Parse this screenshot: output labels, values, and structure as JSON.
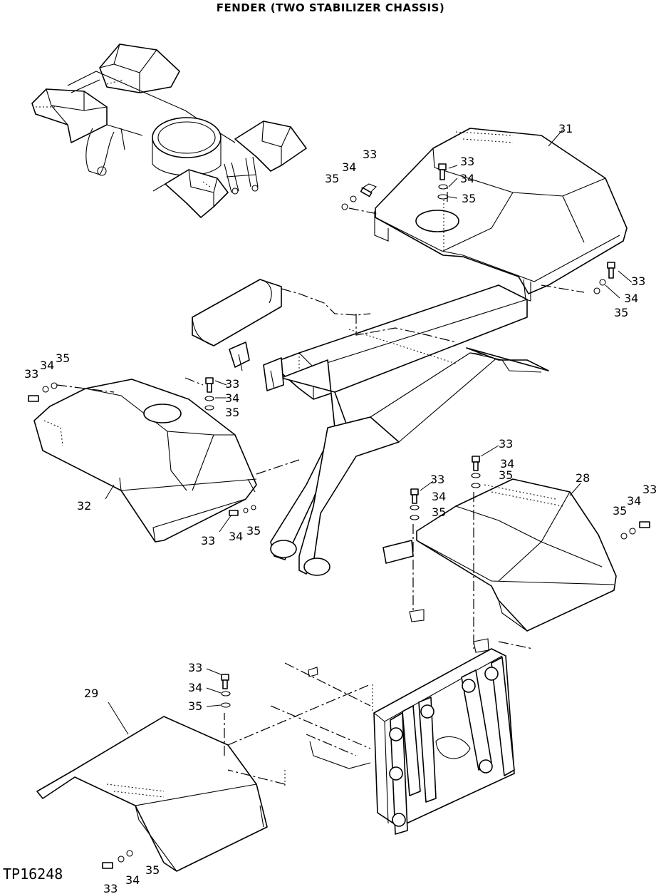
{
  "title": "FENDER (TWO STABILIZER CHASSIS)",
  "image_code": "TP16248",
  "callouts": [
    {
      "id": "c31a",
      "text": "31"
    },
    {
      "id": "c33a",
      "text": "33"
    },
    {
      "id": "c34a",
      "text": "34"
    },
    {
      "id": "c35a",
      "text": "35"
    },
    {
      "id": "c33b",
      "text": "33"
    },
    {
      "id": "c34b",
      "text": "34"
    },
    {
      "id": "c35b",
      "text": "35"
    },
    {
      "id": "c33c",
      "text": "33"
    },
    {
      "id": "c34c",
      "text": "34"
    },
    {
      "id": "c35c",
      "text": "35"
    },
    {
      "id": "c33d",
      "text": "33"
    },
    {
      "id": "c34d",
      "text": "34"
    },
    {
      "id": "c35d",
      "text": "35"
    },
    {
      "id": "c33e",
      "text": "33"
    },
    {
      "id": "c34e",
      "text": "34"
    },
    {
      "id": "c35e",
      "text": "35"
    },
    {
      "id": "c32",
      "text": "32"
    },
    {
      "id": "c33f",
      "text": "33"
    },
    {
      "id": "c34f",
      "text": "34"
    },
    {
      "id": "c35f",
      "text": "35"
    },
    {
      "id": "c33g",
      "text": "33"
    },
    {
      "id": "c34g",
      "text": "34"
    },
    {
      "id": "c35g",
      "text": "35"
    },
    {
      "id": "c33h",
      "text": "33"
    },
    {
      "id": "c34h",
      "text": "34"
    },
    {
      "id": "c35h",
      "text": "35"
    },
    {
      "id": "c28",
      "text": "28"
    },
    {
      "id": "c35i",
      "text": "35"
    },
    {
      "id": "c34i",
      "text": "34"
    },
    {
      "id": "c33i",
      "text": "33"
    },
    {
      "id": "c29",
      "text": "29"
    },
    {
      "id": "c33j",
      "text": "33"
    },
    {
      "id": "c34j",
      "text": "34"
    },
    {
      "id": "c35j",
      "text": "35"
    },
    {
      "id": "c33k",
      "text": "33"
    },
    {
      "id": "c34k",
      "text": "34"
    },
    {
      "id": "c35k",
      "text": "35"
    }
  ]
}
